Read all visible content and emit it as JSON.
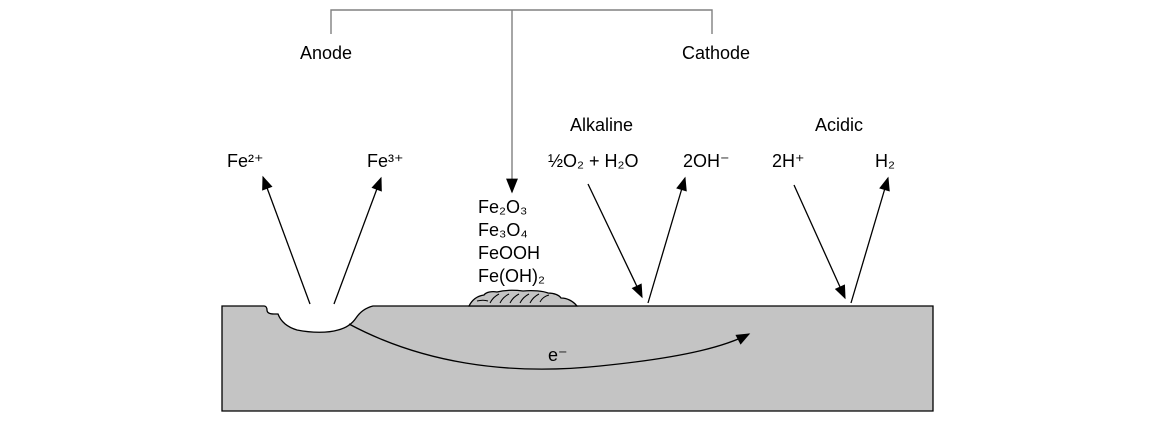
{
  "title_bracket": {
    "anode": "Anode",
    "cathode": "Cathode"
  },
  "anode_side": {
    "ion_ferrous": "Fe²⁺",
    "ion_ferric": "Fe³⁺"
  },
  "deposit": {
    "products": [
      "Fe₂O₃",
      "Fe₃O₄",
      "FeOOH",
      "Fe(OH)₂"
    ]
  },
  "cathode_side": {
    "alkaline": {
      "label": "Alkaline",
      "reactant": "½O₂ + H₂O",
      "product": "2OH⁻"
    },
    "acidic": {
      "label": "Acidic",
      "reactant": "2H⁺",
      "product": "H₂"
    }
  },
  "metal": {
    "electron": "e⁻"
  },
  "colors": {
    "metal_fill": "#c4c4c4",
    "outline": "#000000",
    "bracket": "#808080"
  }
}
